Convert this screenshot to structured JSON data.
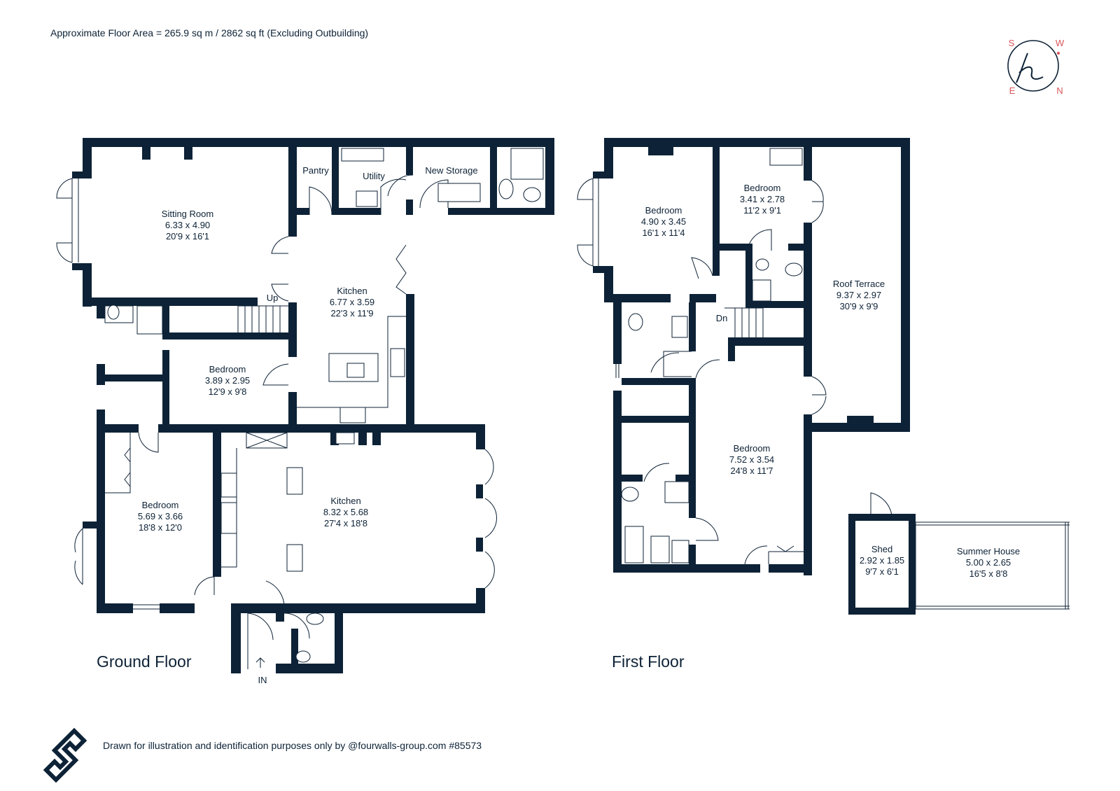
{
  "header": {
    "area_text": "Approximate Floor Area = 265.9 sq m / 2862 sq ft (Excluding Outbuilding)"
  },
  "compass": {
    "labels": {
      "s": "S",
      "w": "W",
      "e": "E",
      "n": "N"
    },
    "accent_color": "#d9555a"
  },
  "ground_floor": {
    "title": "Ground Floor",
    "entrance": "IN",
    "stairs": "Up",
    "rooms": [
      {
        "name": "Sitting Room",
        "metric": "6.33 x 4.90",
        "imperial": "20'9 x 16'1"
      },
      {
        "name": "Pantry"
      },
      {
        "name": "Utility"
      },
      {
        "name": "New Storage"
      },
      {
        "name": "Kitchen",
        "metric": "6.77 x 3.59",
        "imperial": "22'3 x 11'9"
      },
      {
        "name": "Bedroom",
        "metric": "3.89 x 2.95",
        "imperial": "12'9 x 9'8"
      },
      {
        "name": "Bedroom",
        "metric": "5.69 x 3.66",
        "imperial": "18'8 x 12'0"
      },
      {
        "name": "Kitchen",
        "metric": "8.32 x 5.68",
        "imperial": "27'4 x 18'8"
      }
    ]
  },
  "first_floor": {
    "title": "First Floor",
    "stairs": "Dn",
    "rooms": [
      {
        "name": "Bedroom",
        "metric": "4.90 x 3.45",
        "imperial": "16'1 x 11'4"
      },
      {
        "name": "Bedroom",
        "metric": "3.41 x 2.78",
        "imperial": "11'2 x 9'1"
      },
      {
        "name": "Roof Terrace",
        "metric": "9.37 x 2.97",
        "imperial": "30'9 x 9'9"
      },
      {
        "name": "Bedroom",
        "metric": "7.52 x 3.54",
        "imperial": "24'8 x 11'7"
      }
    ]
  },
  "outbuildings": [
    {
      "name": "Shed",
      "metric": "2.92 x 1.85",
      "imperial": "9'7 x 6'1"
    },
    {
      "name": "Summer House",
      "metric": "5.00 x 2.65",
      "imperial": "16'5 x 8'8"
    }
  ],
  "footer": {
    "disclaimer": "Drawn for illustration and identification purposes only by @fourwalls-group.com #85573",
    "logo": "fourwalls-logo-icon"
  },
  "colors": {
    "wall": "#0d2236",
    "compass": "#d9555a",
    "background": "#ffffff"
  }
}
